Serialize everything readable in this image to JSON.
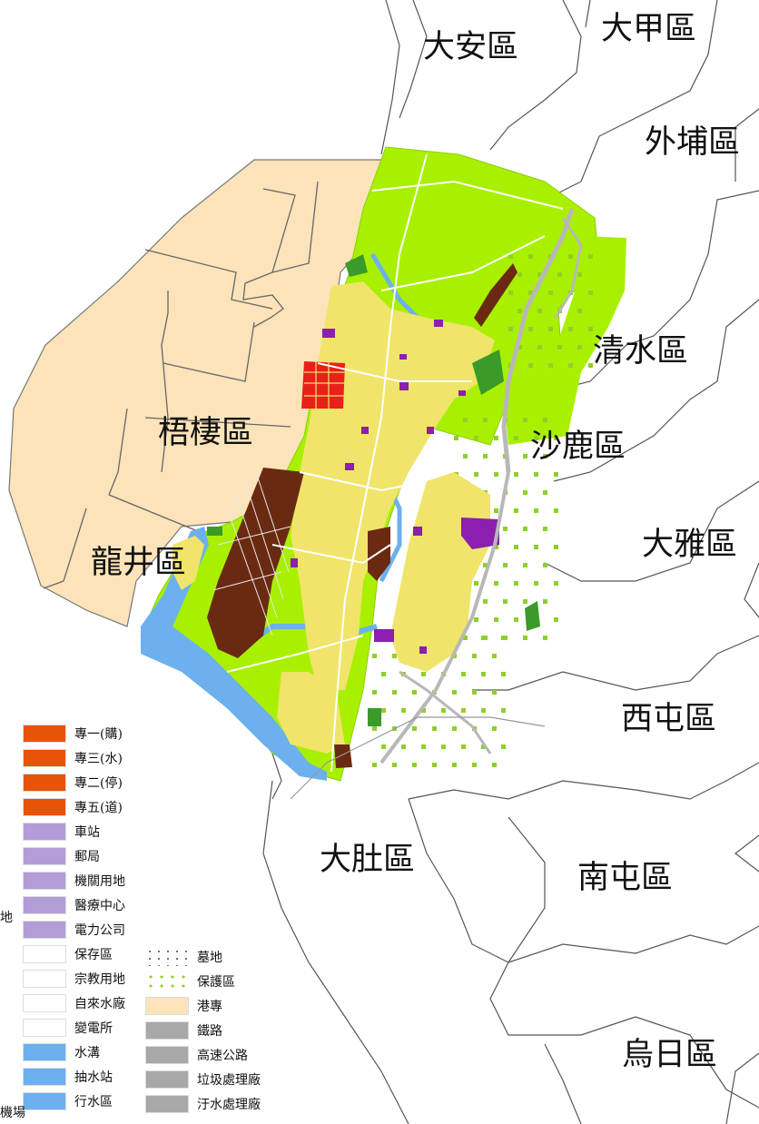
{
  "districts": {
    "daan": "大安區",
    "dajia": "大甲區",
    "waipu": "外埔區",
    "qingshui": "清水區",
    "shalu": "沙鹿區",
    "wuqi": "梧棲區",
    "daya": "大雅區",
    "longjing": "龍井區",
    "xitun": "西屯區",
    "dadu": "大肚區",
    "nantun": "南屯區",
    "wuri": "烏日區"
  },
  "legend": {
    "col1": [
      {
        "label": "專一(購)",
        "color": "#e8530a"
      },
      {
        "label": "專三(水)",
        "color": "#e8530a"
      },
      {
        "label": "專二(停)",
        "color": "#e8530a"
      },
      {
        "label": "專五(道)",
        "color": "#e8530a"
      },
      {
        "label": "車站",
        "color": "#b39dd8"
      },
      {
        "label": "郵局",
        "color": "#b39dd8"
      },
      {
        "label": "機關用地",
        "color": "#b39dd8"
      },
      {
        "label": "醫療中心",
        "color": "#b39dd8"
      },
      {
        "label": "電力公司",
        "color": "#b39dd8"
      },
      {
        "label": "保存區",
        "color": "#ffffff"
      },
      {
        "label": "宗教用地",
        "color": "#ffffff"
      },
      {
        "label": "自來水廠",
        "color": "#ffffff"
      },
      {
        "label": "變電所",
        "color": "#ffffff"
      },
      {
        "label": "水溝",
        "color": "#6cb0ee"
      },
      {
        "label": "抽水站",
        "color": "#6cb0ee"
      },
      {
        "label": "行水區",
        "color": "#6cb0ee"
      }
    ],
    "col2": [
      {
        "label": "墓地",
        "pattern": "cemetery"
      },
      {
        "label": "保護區",
        "pattern": "dots"
      },
      {
        "label": "港專",
        "color": "#fce3ba"
      },
      {
        "label": "鐵路",
        "color": "#a8a8a8"
      },
      {
        "label": "高速公路",
        "color": "#a8a8a8"
      },
      {
        "label": "垃圾處理廠",
        "color": "#a8a8a8"
      },
      {
        "label": "汙水處理廠",
        "color": "#a8a8a8"
      }
    ],
    "clipped_left": [
      "地",
      "機場"
    ]
  },
  "colors": {
    "agriculture": "#a8f000",
    "residential": "#f0e46a",
    "industrial": "#6a2a12",
    "commercial": "#e8201a",
    "public": "#8a1fb0",
    "park": "#3a9a2a",
    "water": "#6cb0ee",
    "port": "#fce3ba",
    "road": "#b8b8b8",
    "boundary": "#555555"
  }
}
